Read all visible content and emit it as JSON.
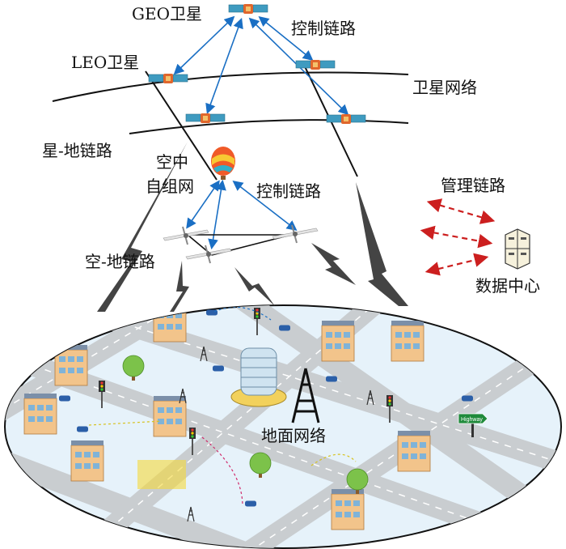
{
  "labels": {
    "geo_satellite": "GEO卫星",
    "control_link_top": "控制链路",
    "leo_satellite": "LEO卫星",
    "satellite_network": "卫星网络",
    "satellite_ground_link": "星-地链路",
    "aerial_adhoc_1": "空中",
    "aerial_adhoc_2": "自组网",
    "control_link_mid": "控制链路",
    "management_link": "管理链路",
    "air_ground_link": "空-地链路",
    "data_center": "数据中心",
    "ground_network": "地面网络",
    "highway_sign": "Highway"
  },
  "colors": {
    "control_link": "#1a6fc4",
    "management_link": "#cc1f1f",
    "ground": "#e6f2fa",
    "road": "#c9cdd0"
  }
}
